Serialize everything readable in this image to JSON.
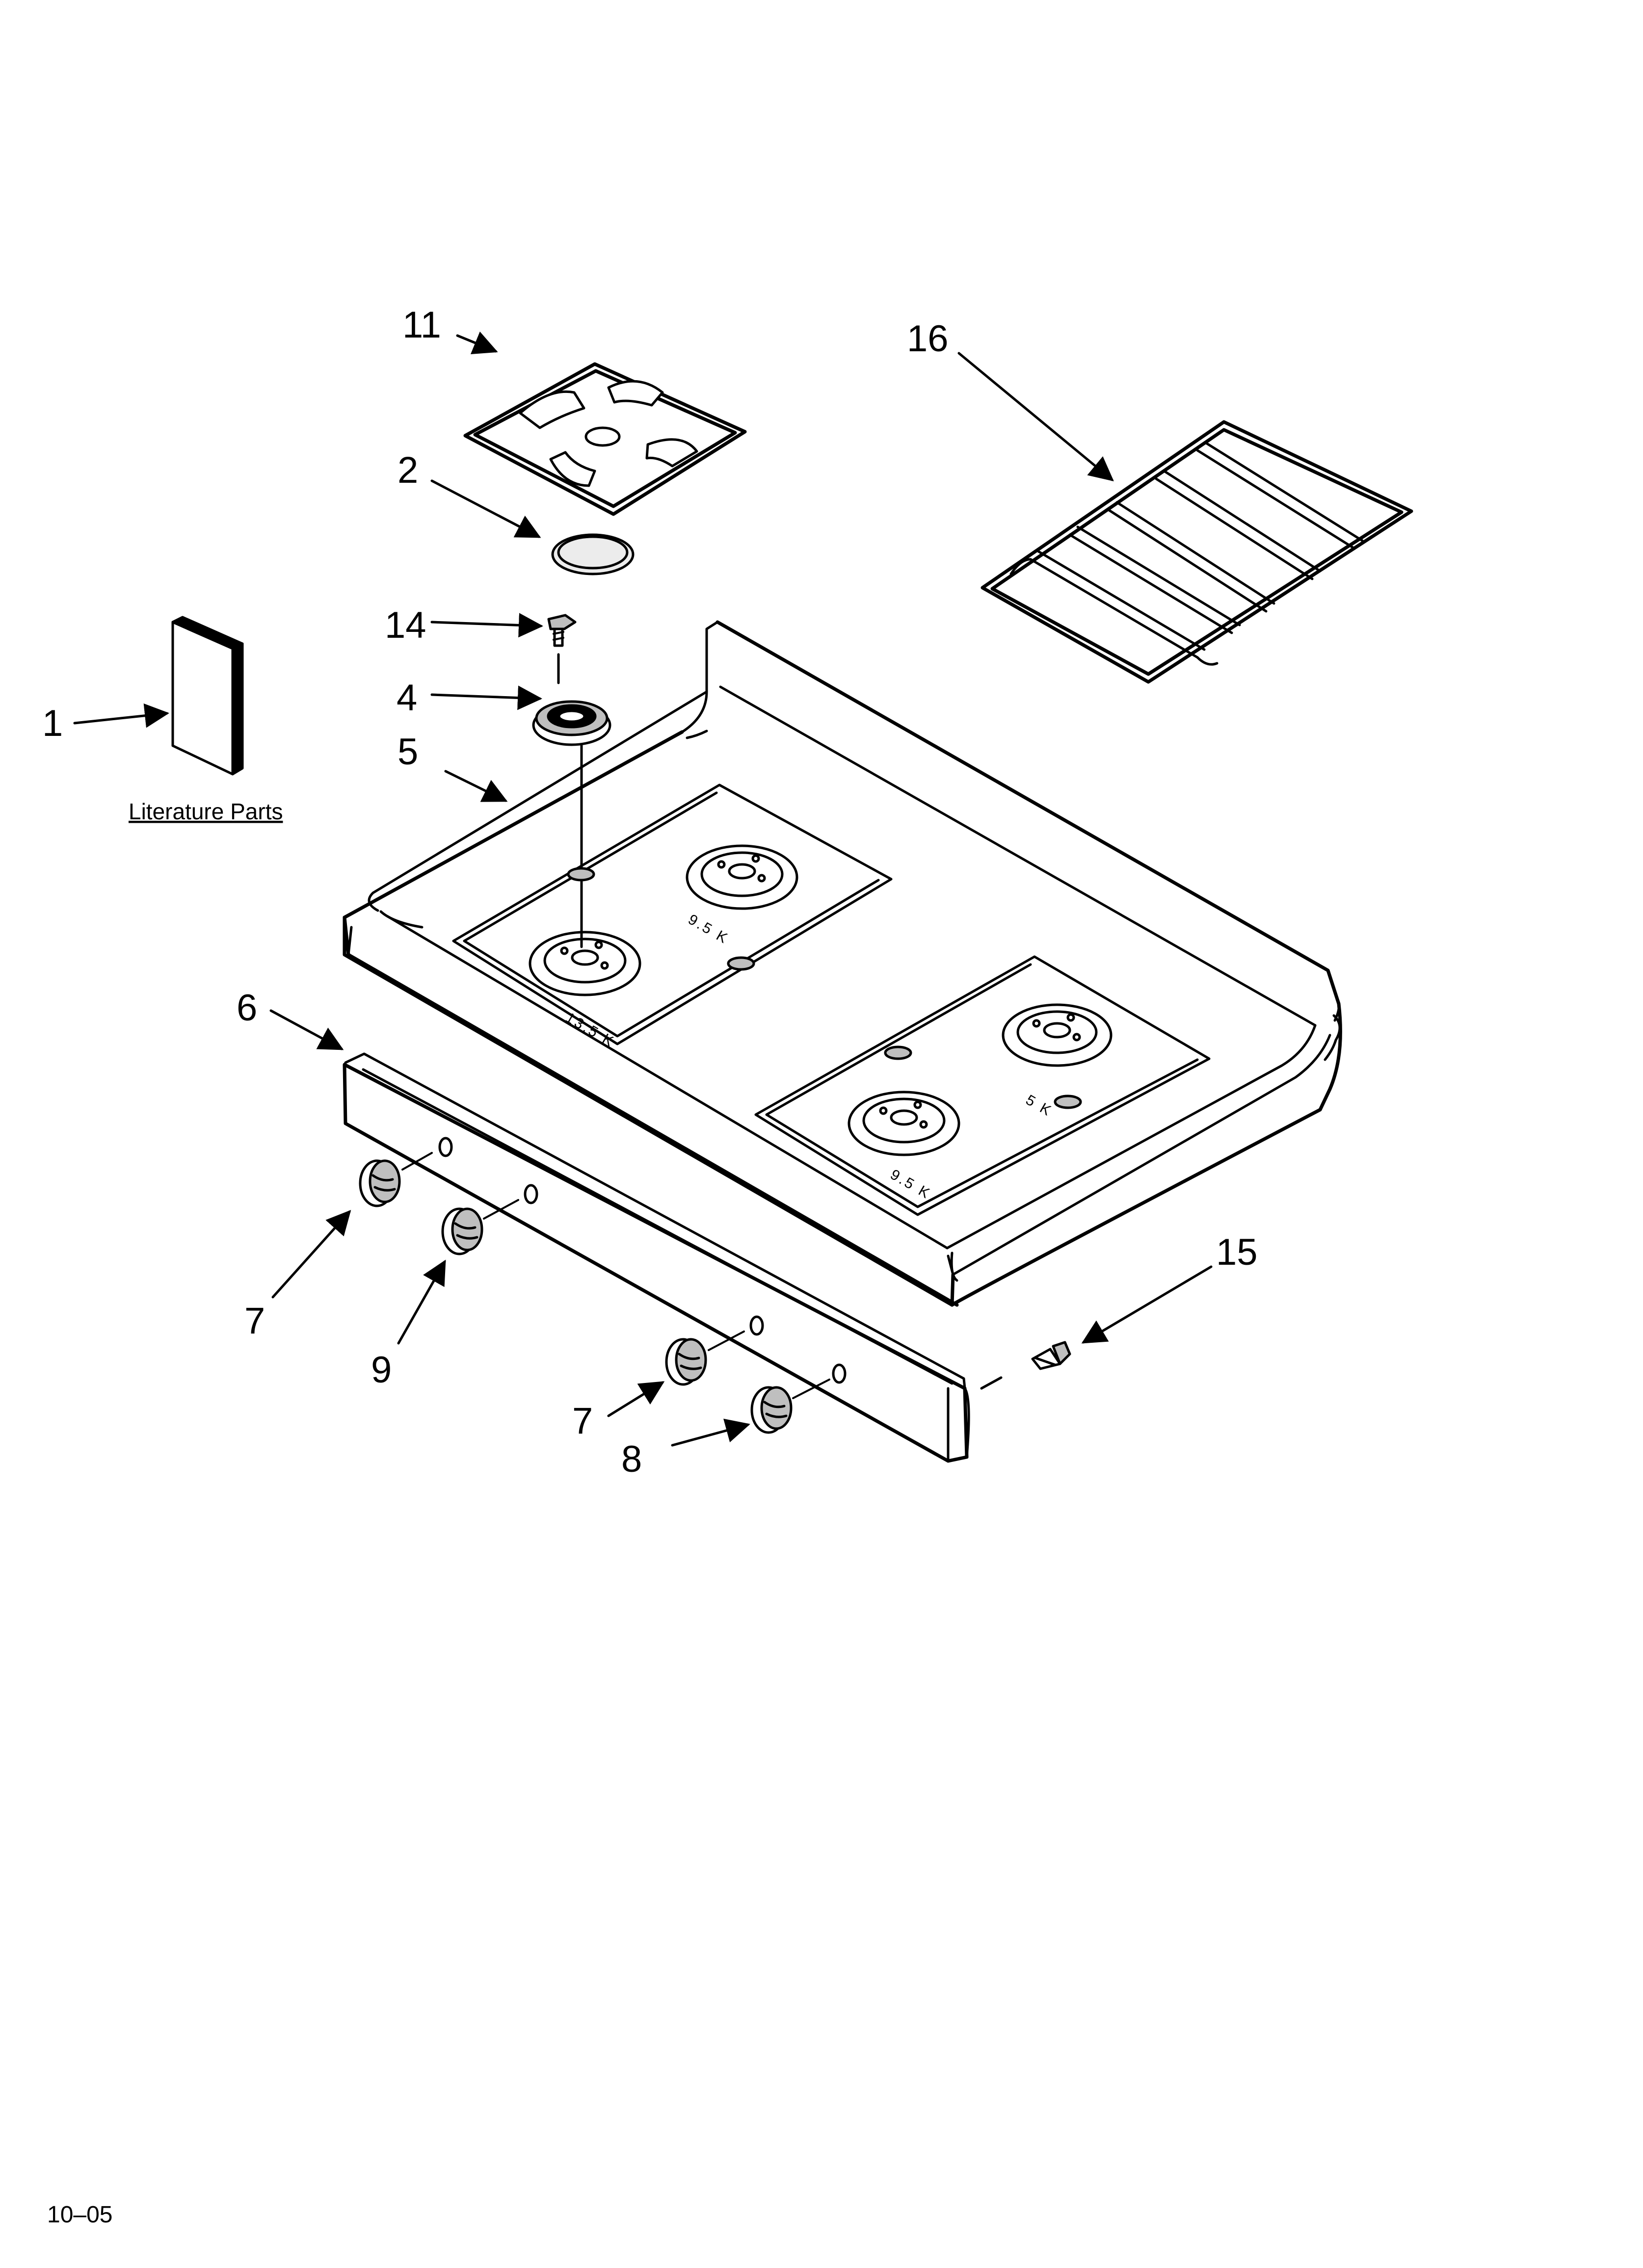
{
  "literature_label": "Literature Parts",
  "page_code": "10–05",
  "callouts": {
    "c1": "1",
    "c2": "2",
    "c4": "4",
    "c5": "5",
    "c6": "6",
    "c7a": "7",
    "c7b": "7",
    "c8": "8",
    "c9": "9",
    "c11": "11",
    "c14": "14",
    "c15": "15",
    "c16": "16"
  },
  "burner_ratings": {
    "front_left": "13.5 K",
    "rear_left": "9.5 K",
    "front_right": "9.5 K",
    "rear_right": "5 K"
  }
}
